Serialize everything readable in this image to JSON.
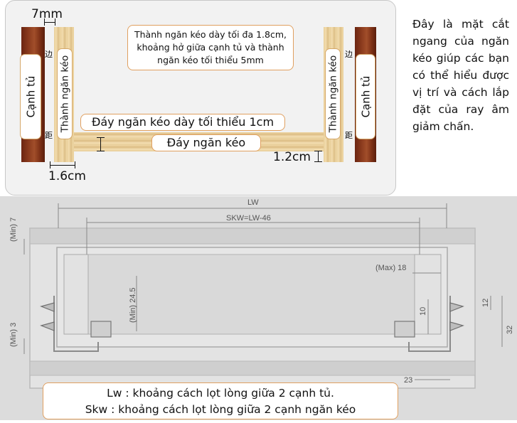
{
  "top": {
    "gap_7mm": "7mm",
    "canh_tu": "Cạnh tủ",
    "thanh_ngan_keo": "Thành ngăn kéo",
    "note_line1": "Thành ngăn kéo dày tối đa 1.8cm,",
    "note_line2": "khoảng hở giữa cạnh tủ và thành",
    "note_line3": "ngăn kéo tối thiểu 5mm",
    "bottom_thickness": "Đáy ngăn kéo dày tối thiểu 1cm",
    "bottom_label": "Đáy ngăn kéo",
    "dim_16": "1.6cm",
    "dim_12": "1.2cm",
    "side_char_top": "边",
    "side_char_bottom": "距"
  },
  "description": "Đây là mặt cắt ngang của ngăn kéo giúp các bạn có thể hiểu được vị trí và cách lắp đặt của ray âm giảm chấn.",
  "cad": {
    "lw": "LW",
    "skw": "SKW=LW-46",
    "min7": "(Min) 7",
    "min3": "(Min) 3",
    "min245": "(Min) 24.5",
    "max18": "(Max) 18",
    "d10": "10",
    "d12": "12",
    "d32": "32",
    "d23": "23"
  },
  "caption": {
    "line1": "Lw : khoảng cách lọt lòng giữa 2 cạnh tủ.",
    "line2": "Skw : khoảng cách lọt lòng giữa 2 cạnh ngăn kéo"
  }
}
